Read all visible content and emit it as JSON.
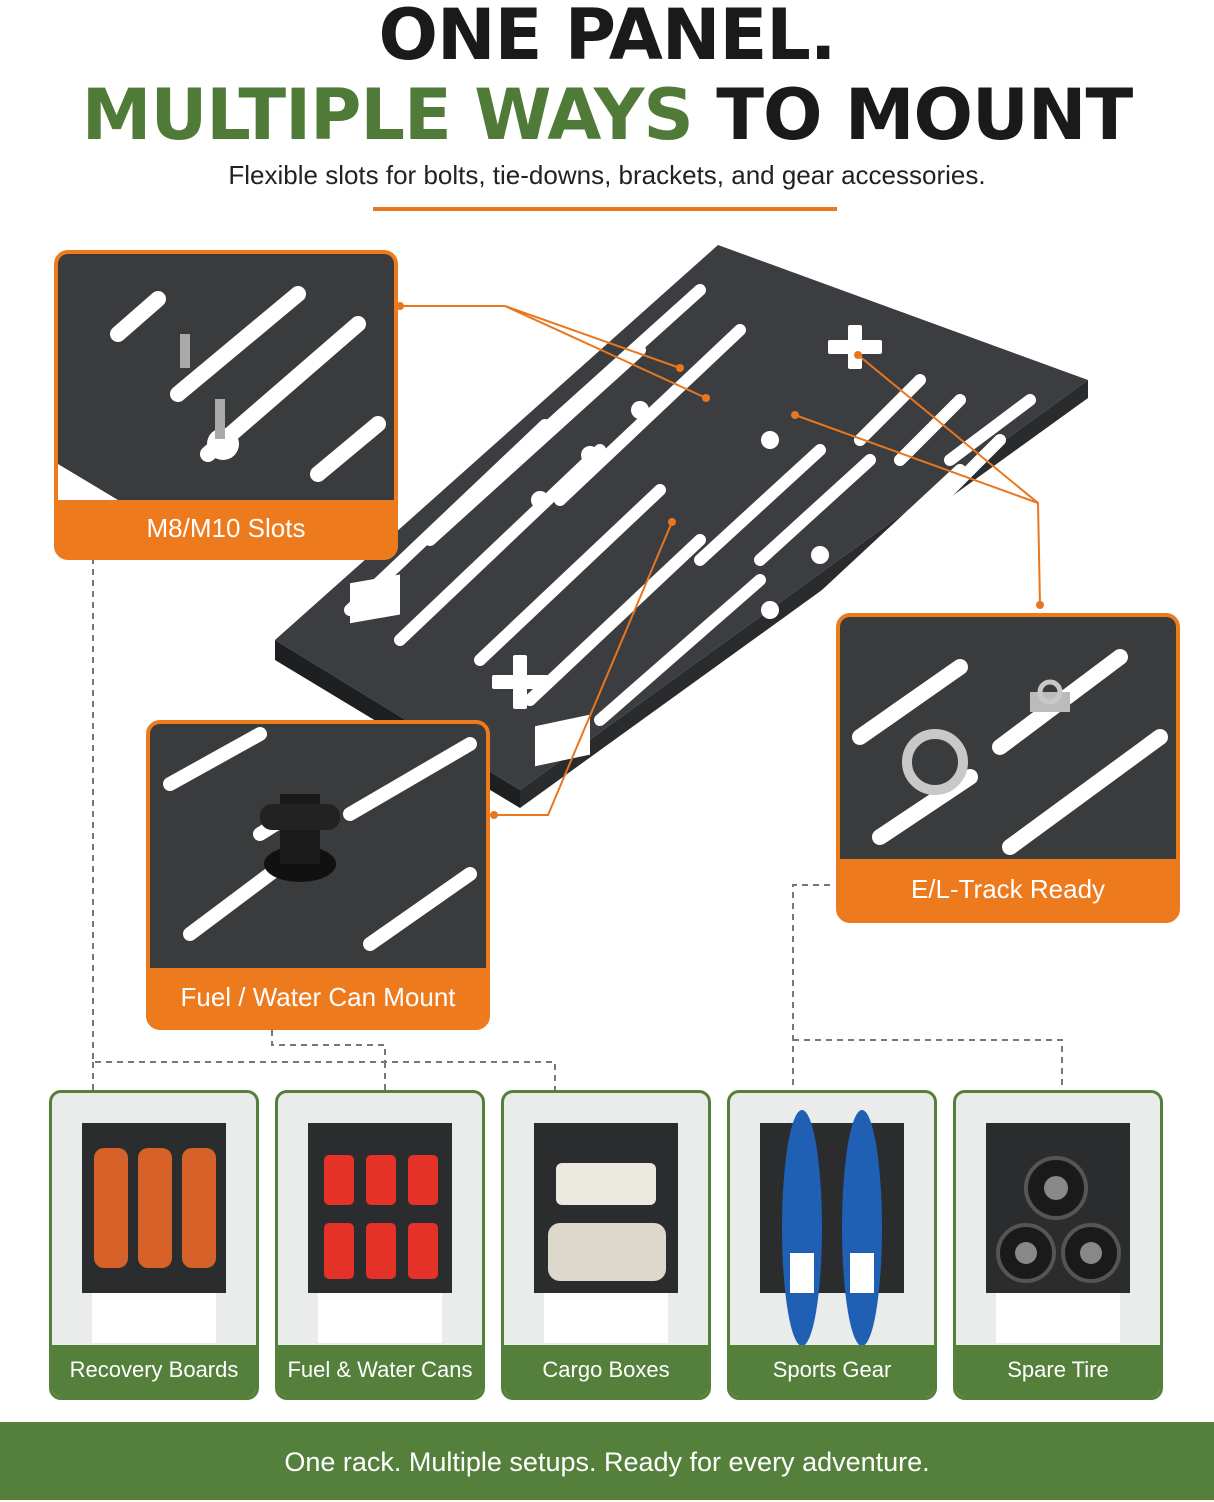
{
  "headline": {
    "line1": "ONE PANEL.",
    "line2_green": "MULTIPLE WAYS",
    "line2_dark": "TO MOUNT",
    "subtitle": "Flexible slots for bolts, tie-downs, brackets, and gear accessories."
  },
  "callouts": [
    {
      "label": "M8/M10 Slots",
      "icon": "bolt-slots-closeup"
    },
    {
      "label": "E/L-Track Ready",
      "icon": "ring-tie-down-closeup"
    },
    {
      "label": "Fuel / Water Can Mount",
      "icon": "can-mount-closeup"
    }
  ],
  "setups": [
    {
      "label": "Recovery Boards"
    },
    {
      "label": "Fuel & Water Cans"
    },
    {
      "label": "Cargo Boxes"
    },
    {
      "label": "Sports Gear"
    },
    {
      "label": "Spare Tire"
    }
  ],
  "footer": "One rack. Multiple setups. Ready for every adventure.",
  "colors": {
    "green": "#55803c",
    "orange": "#ee7a1e",
    "panel": "#3a3b3d"
  }
}
